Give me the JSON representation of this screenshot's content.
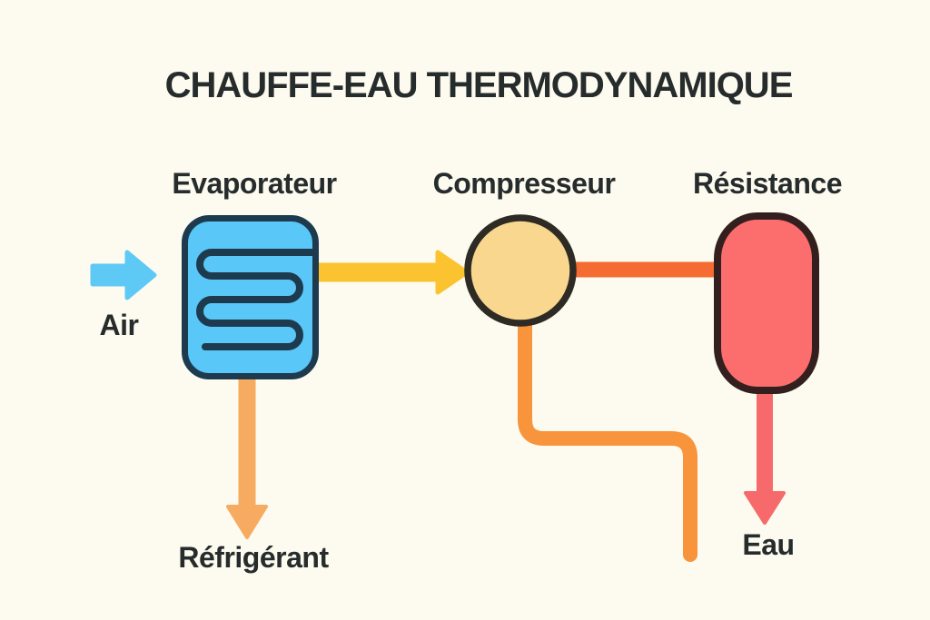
{
  "title": "CHAUFFE-EAU THERMODYNAMIQUE",
  "labels": {
    "evaporator": "Evaporateur",
    "compressor": "Compresseur",
    "resistance": "Résistance",
    "air": "Air",
    "refrigerant": "Réfrigérant",
    "water": "Eau"
  },
  "colors": {
    "background": "#FDFBF0",
    "text": "#262B2C",
    "evaporator_fill": "#59C7F7",
    "evaporator_stroke": "#1E3A4E",
    "coil_stroke": "#1E3A4E",
    "compressor_fill": "#FAD78F",
    "compressor_stroke": "#2D2B24",
    "resistance_fill": "#FC6E6E",
    "resistance_stroke": "#33201E",
    "air_arrow": "#5FC9F6",
    "refrigerant_flow_arrow": "#FAC32F",
    "hot_gas_line": "#F46C31",
    "return_pipe": "#F7943C",
    "refrigerant_out_arrow": "#F7AB61",
    "water_arrow": "#F76A6C"
  }
}
